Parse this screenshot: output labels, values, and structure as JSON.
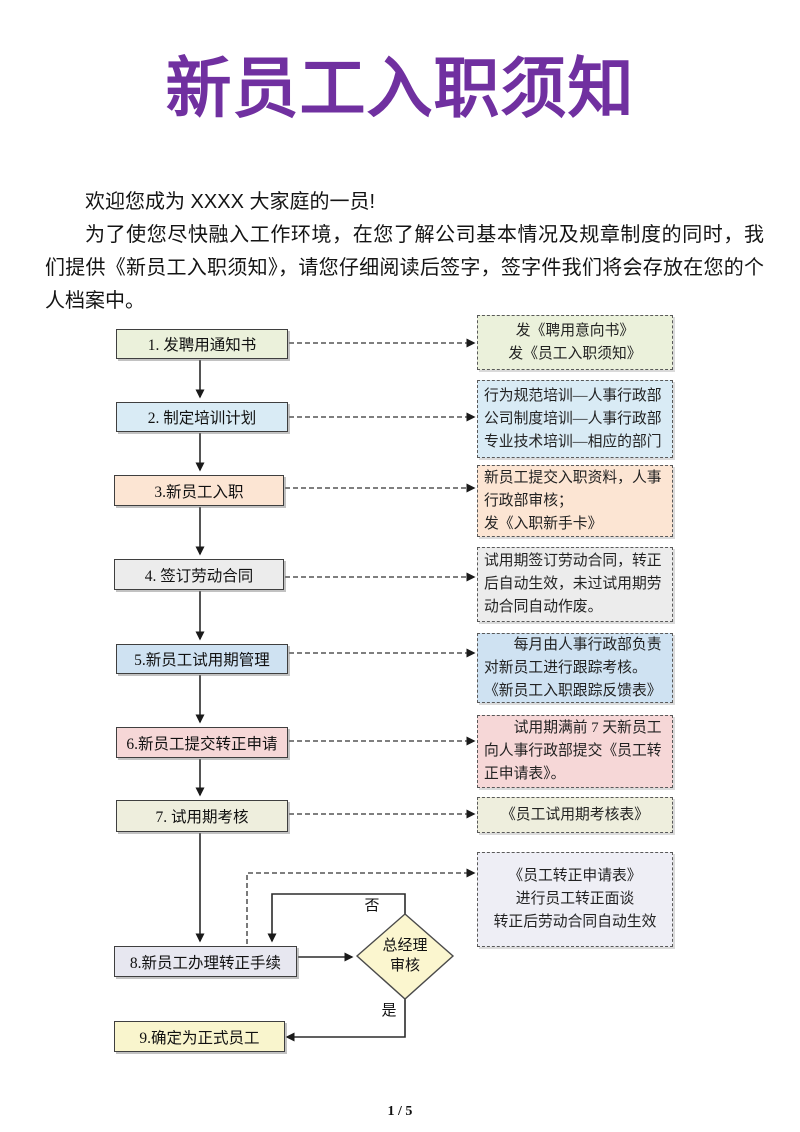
{
  "document": {
    "title": "新员工入职须知",
    "intro_line1": "欢迎您成为 XXXX 大家庭的一员!",
    "intro_line2": "为了使您尽快融入工作环境，在您了解公司基本情况及规章制度的同时，我们提供《新员工入职须知》，请您仔细阅读后签字，签字件我们将会存放在您的个人档案中。",
    "page_number": "1 / 5",
    "title_color": "#7030a0"
  },
  "flowchart": {
    "steps": [
      {
        "label": "1. 发聘用通知书",
        "color": "#ebf1db",
        "note": "发《聘用意向书》\n发《员工入职须知》",
        "note_color": "#ebf1db"
      },
      {
        "label": "2. 制定培训计划",
        "color": "#d9ebf5",
        "note": "行为规范培训—人事行政部\n公司制度培训—人事行政部\n专业技术培训—相应的部门",
        "note_color": "#d9ebf5"
      },
      {
        "label": "3.新员工入职",
        "color": "#fce5d3",
        "note": "新员工提交入职资料，人事\n行政部审核；\n发《入职新手卡》",
        "note_color": "#fce5d3"
      },
      {
        "label": "4. 签订劳动合同",
        "color": "#ececec",
        "note": "试用期签订劳动合同，转正\n后自动生效，未过试用期劳\n动合同自动作废。",
        "note_color": "#ececec"
      },
      {
        "label": "5.新员工试用期管理",
        "color": "#cfe2f2",
        "note": "　　每月由人事行政部负责\n对新员工进行跟踪考核。\n《新员工入职跟踪反馈表》",
        "note_color": "#cfe2f2"
      },
      {
        "label": "6.新员工提交转正申请",
        "color": "#f6d7d7",
        "note": "　　试用期满前 7 天新员工\n向人事行政部提交《员工转\n正申请表》。",
        "note_color": "#f6d7d7"
      },
      {
        "label": "7. 试用期考核",
        "color": "#eeeedd",
        "note": "《员工试用期考核表》",
        "note_color": "#eeeedd"
      },
      {
        "label": "8.新员工办理转正手续",
        "color": "#e7e7f0",
        "note": "《员工转正申请表》\n进行员工转正面谈\n转正后劳动合同自动生效",
        "note_color": "#eeeef5"
      },
      {
        "label": "9.确定为正式员工",
        "color": "#f9f5cd"
      }
    ],
    "decision": {
      "label": "总经理\n审核",
      "no_label": "否",
      "yes_label": "是",
      "color": "#fbf6cf"
    }
  }
}
